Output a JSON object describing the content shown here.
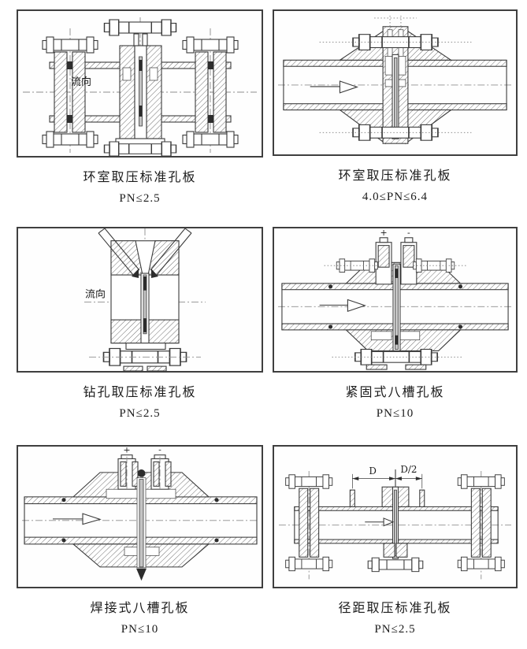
{
  "page": {
    "background": "#ffffff",
    "line_color": "#3b3b3b",
    "layout": "2x3 grid of framed technical cross-section drawings of orifice plate flow elements"
  },
  "figures": [
    {
      "id": "ring-chamber-orifice-low-pn",
      "caption": "环室取压标准孔板",
      "pressure_rating": "PN≤2.5",
      "flow_label": "流向"
    },
    {
      "id": "ring-chamber-orifice-high-pn",
      "caption": "环室取压标准孔板",
      "pressure_rating": "4.0≤PN≤6.4"
    },
    {
      "id": "drilled-tap-orifice",
      "caption": "钻孔取压标准孔板",
      "pressure_rating": "PN≤2.5",
      "flow_label": "流向"
    },
    {
      "id": "clamped-eight-slot-orifice",
      "caption": "紧固式八槽孔板",
      "pressure_rating": "PN≤10",
      "plus_label": "+",
      "minus_label": "-"
    },
    {
      "id": "welded-eight-slot-orifice",
      "caption": "焊接式八槽孔板",
      "pressure_rating": "PN≤10",
      "plus_label": "+",
      "minus_label": "-"
    },
    {
      "id": "radius-tap-orifice",
      "caption": "径距取压标准孔板",
      "pressure_rating": "PN≤2.5",
      "dim_d": "D",
      "dim_d_half": "D/2"
    }
  ]
}
